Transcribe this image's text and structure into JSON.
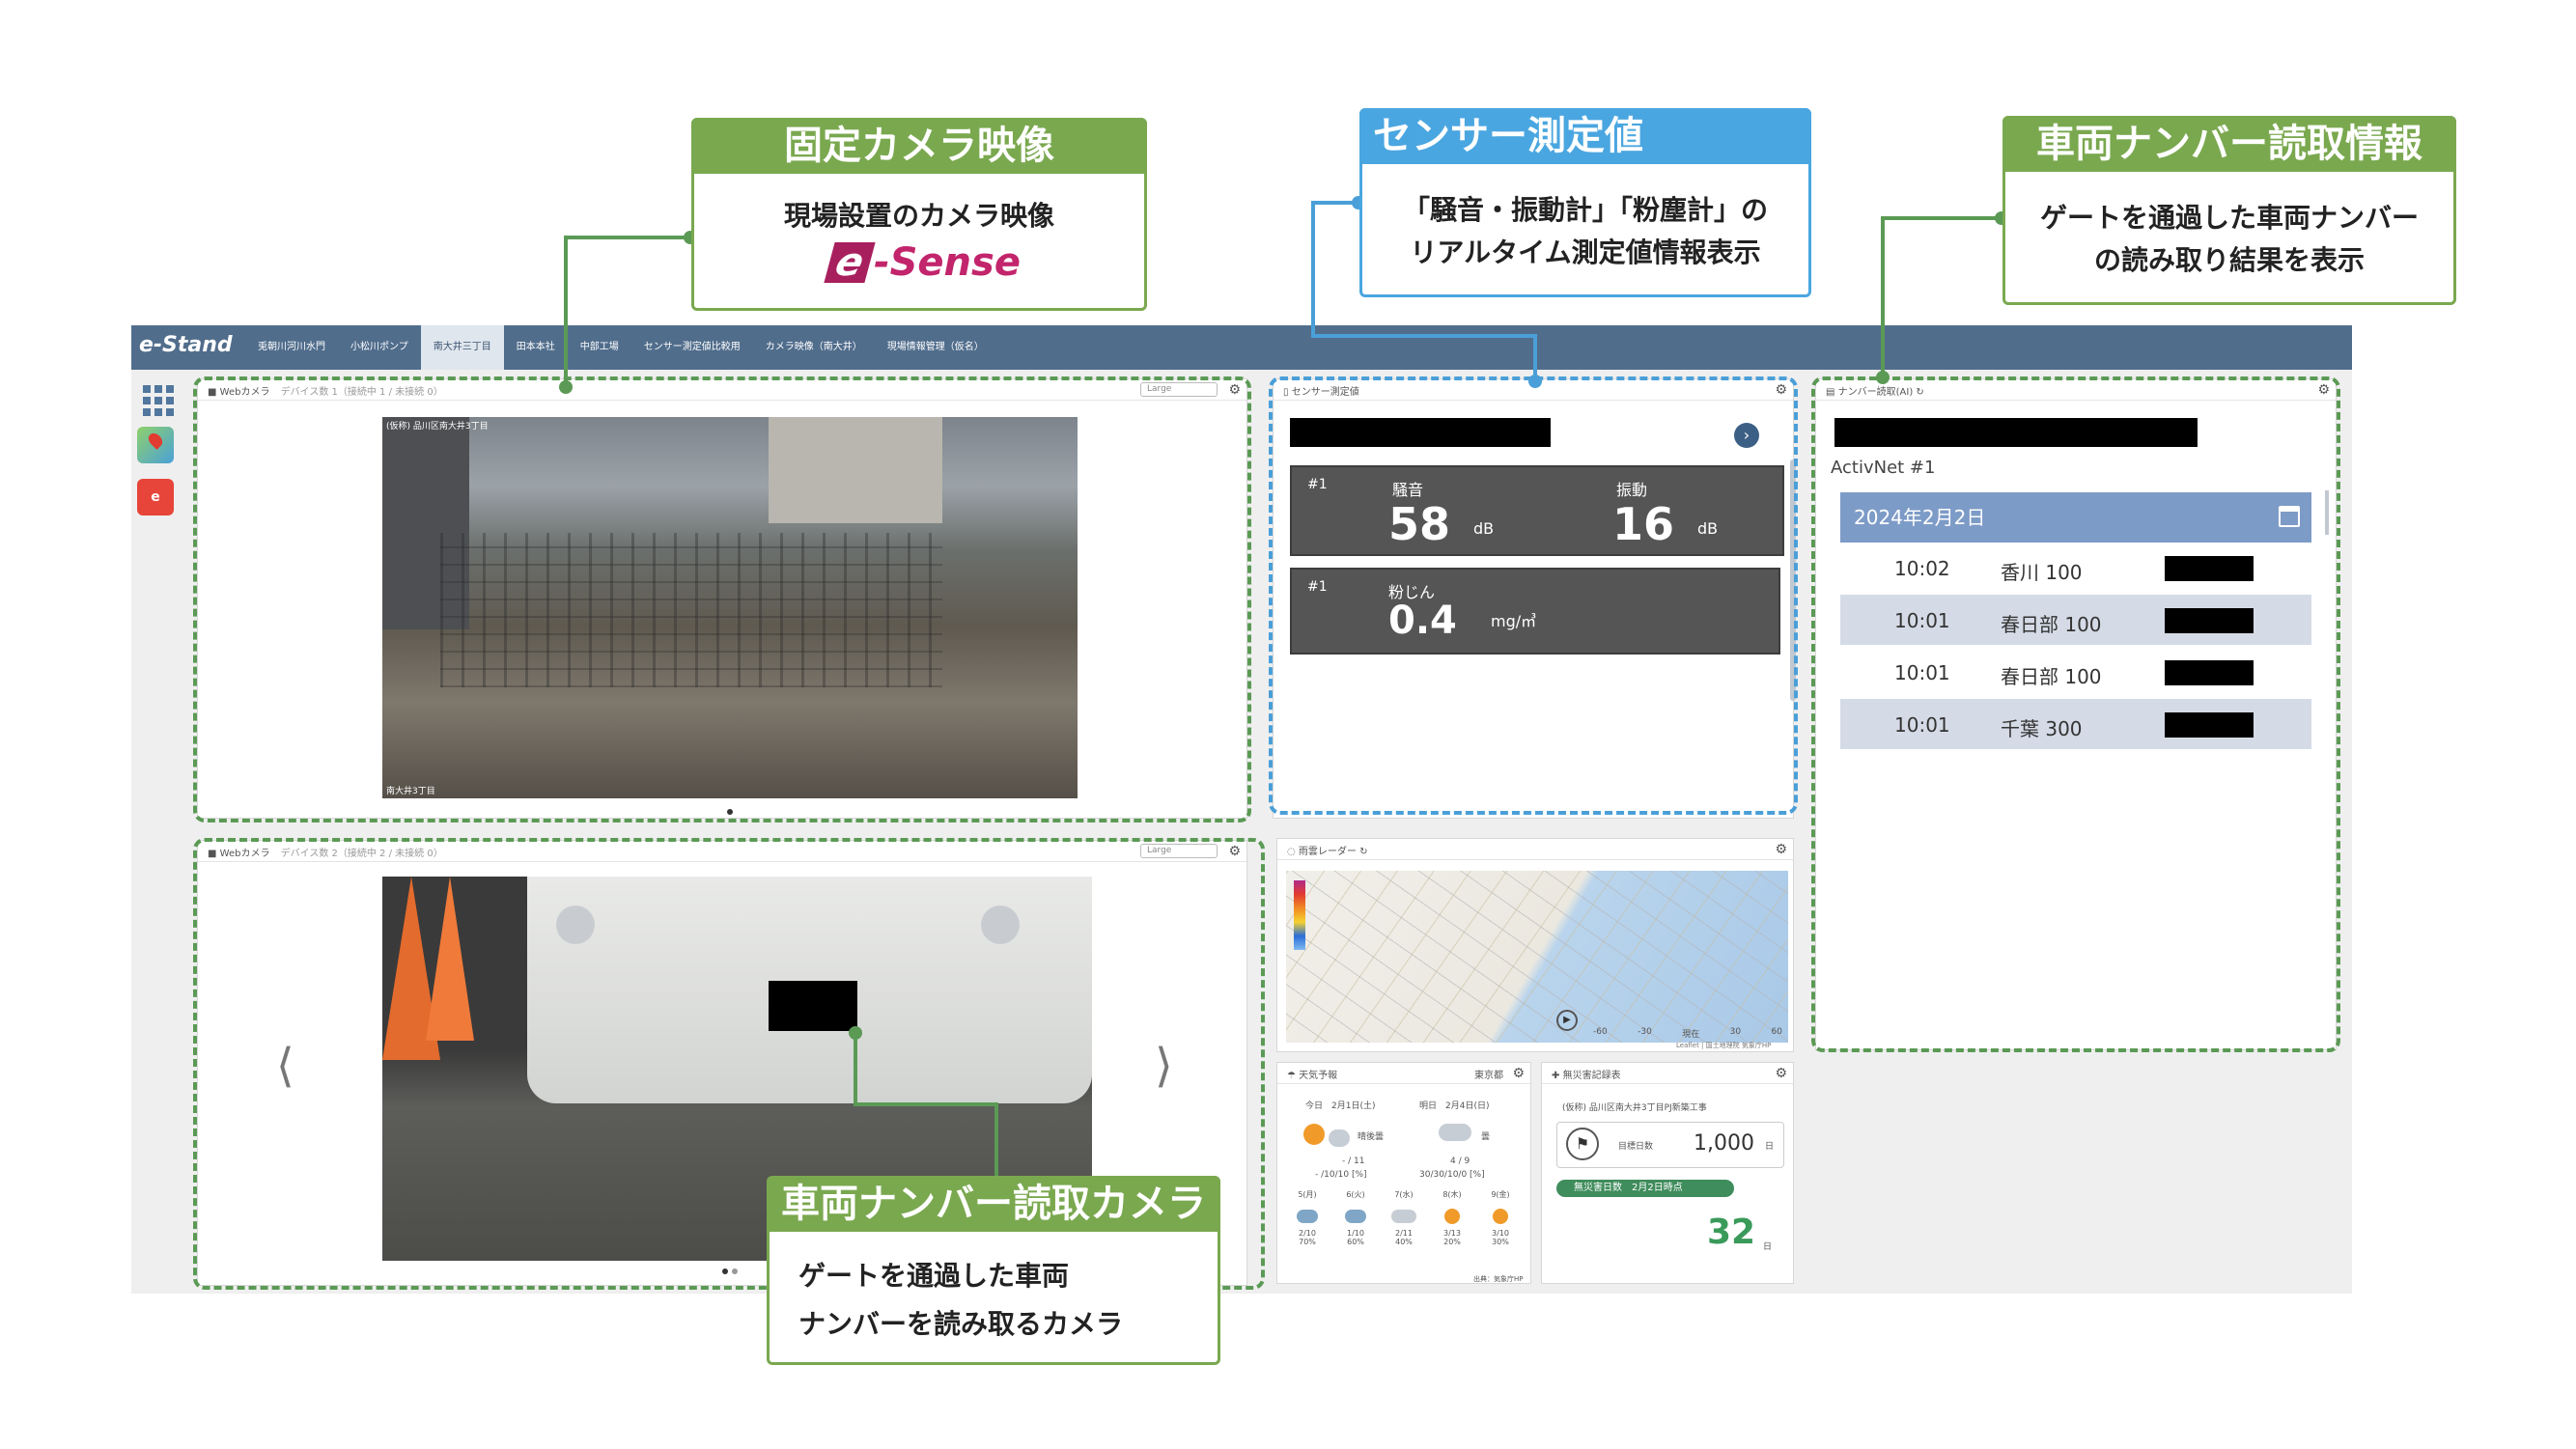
{
  "topbar": {
    "logo": "e-Stand",
    "tabs": [
      "兎朝川河川水門",
      "小松川ポンプ",
      "南大井三丁目",
      "田本本社",
      "中部工場",
      "センサー測定値比較用",
      "カメラ映像（南大井）",
      "現場情報管理（仮名）"
    ]
  },
  "camera1": {
    "title": "Webカメラ",
    "sub": "デバイス数 1（接続中 1 / 未接続 0）",
    "size": "Large",
    "overlay_top": "(仮称) 品川区南大井3丁目",
    "overlay_bottom": "南大井3丁目"
  },
  "camera2": {
    "title": "Webカメラ",
    "sub": "デバイス数 2（接続中 2 / 未接続 0）",
    "size": "Large"
  },
  "sensor": {
    "title": "センサー測定値",
    "card1": {
      "id": "#1",
      "noise_label": "騒音",
      "noise_value": "58",
      "noise_unit": "dB",
      "vib_label": "振動",
      "vib_value": "16",
      "vib_unit": "dB"
    },
    "card2": {
      "id": "#1",
      "dust_label": "粉じん",
      "dust_value": "0.4",
      "dust_unit": "mg/㎥"
    }
  },
  "radar": {
    "title": "雨雲レーダー",
    "ticks": [
      "-60",
      "-30",
      "現在",
      "30",
      "60"
    ],
    "credit": "Leaflet | 国土地理院 気象庁HP"
  },
  "weather": {
    "title": "天気予報",
    "area": "東京都",
    "today": "今日　2月1日(土)",
    "tomorrow": "明日　2月4日(日)",
    "today_desc": "晴後曇",
    "tomorrow_desc": "曇",
    "today_temp": "- / 11",
    "today_pop": "- /10/10 [%]",
    "tomorrow_temp": "4 / 9",
    "tomorrow_pop": "30/30/10/0 [%]",
    "days": [
      "5(月)",
      "6(火)",
      "7(水)",
      "8(木)",
      "9(金)"
    ],
    "day_temps": [
      "2/10",
      "1/10",
      "2/11",
      "3/13",
      "3/10"
    ],
    "day_pops": [
      "70%",
      "60%",
      "40%",
      "20%",
      "30%"
    ],
    "credit": "出典：気象庁HP"
  },
  "accident": {
    "title": "無災害記録表",
    "site": "(仮称) 品川区南大井3丁目PJ新築工事",
    "target_label": "目標日数",
    "target_value": "1,000",
    "target_unit": "日",
    "badge": "無災害日数　2月2日時点",
    "days_value": "32",
    "days_unit": "日"
  },
  "plate": {
    "title": "ナンバー読取(AI)",
    "device": "ActivNet #1",
    "date": "2024年2月2日",
    "rows": [
      {
        "time": "10:02",
        "plate": "香川 100"
      },
      {
        "time": "10:01",
        "plate": "春日部 100"
      },
      {
        "time": "10:01",
        "plate": "春日部 100"
      },
      {
        "time": "10:01",
        "plate": "千葉 300"
      }
    ]
  },
  "callouts": {
    "fixed_camera": {
      "title": "固定カメラ映像",
      "body": "現場設置のカメラ映像",
      "brand": "-Sense",
      "brand_mark": "e"
    },
    "sensor": {
      "title": "センサー測定値",
      "body1": "「騒音・振動計」「粉塵計」の",
      "body2": "リアルタイム測定値情報表示"
    },
    "plate_info": {
      "title": "車両ナンバー読取情報",
      "body1": "ゲートを通過した車両ナンバー",
      "body2": "の読み取り結果を表示"
    },
    "plate_camera": {
      "title": "車両ナンバー読取カメラ",
      "body1": "ゲートを通過した車両",
      "body2": "ナンバーを読み取るカメラ"
    }
  },
  "colors": {
    "green": "#7aa84f",
    "blue": "#4aa6e0",
    "nav": "#516d8c",
    "date_bar": "#7d9bc7"
  }
}
